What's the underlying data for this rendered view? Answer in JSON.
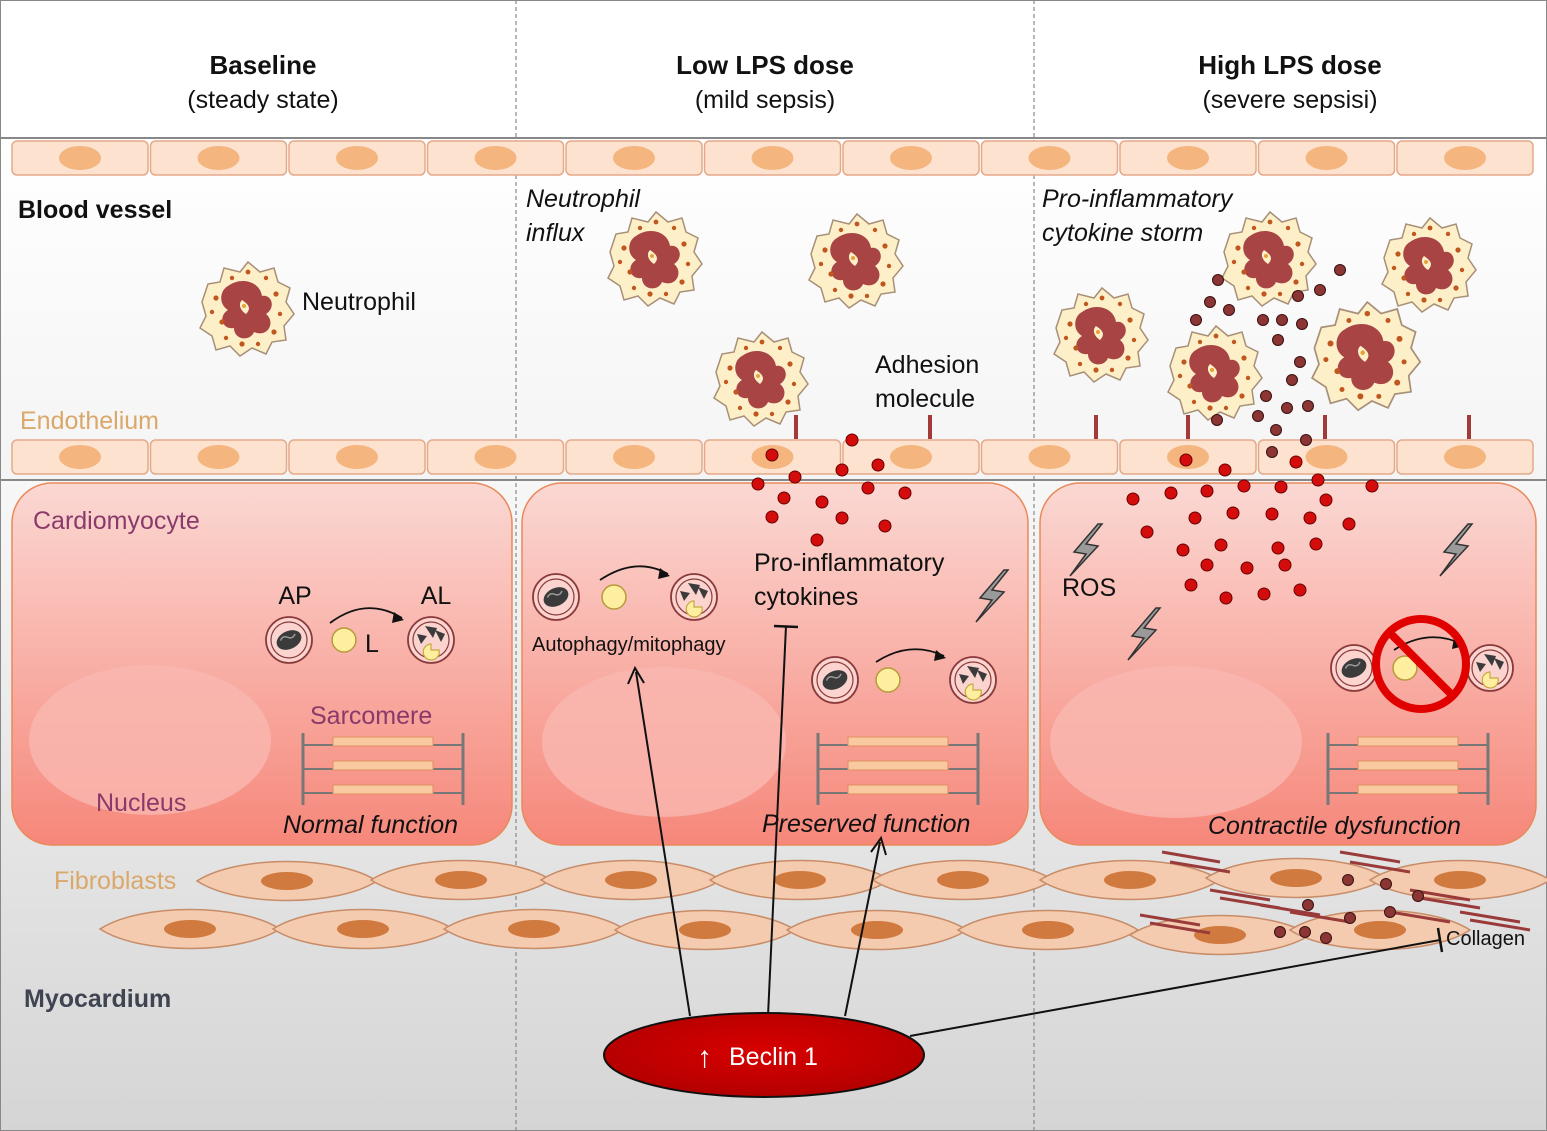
{
  "columns": [
    {
      "title": "Baseline",
      "subtitle": "(steady state)"
    },
    {
      "title": "Low LPS dose",
      "subtitle": "(mild sepsis)"
    },
    {
      "title": "High LPS dose",
      "subtitle": "(severe sepsisi)"
    }
  ],
  "regions": {
    "blood_vessel": "Blood vessel",
    "endothelium": "Endothelium",
    "cardiomyocyte": "Cardiomyocyte",
    "fibroblasts": "Fibroblasts",
    "myocardium": "Myocardium"
  },
  "labels": {
    "neutrophil": "Neutrophil",
    "neutrophil_influx_1": "Neutrophil",
    "neutrophil_influx_2": "influx",
    "adhesion_1": "Adhesion",
    "adhesion_2": "molecule",
    "storm_1": "Pro-inflammatory",
    "storm_2": "cytokine storm",
    "ap": "AP",
    "al": "AL",
    "l": "L",
    "sarcomere": "Sarcomere",
    "nucleus": "Nucleus",
    "normal_function": "Normal function",
    "autophagy": "Autophagy/mitophagy",
    "cytokines_1": "Pro-inflammatory",
    "cytokines_2": "cytokines",
    "preserved_function": "Preserved function",
    "ros": "ROS",
    "contractile_dysfunction": "Contractile dysfunction",
    "collagen": "Collagen",
    "beclin": "Beclin 1",
    "beclin_arrow": "↑"
  },
  "colors": {
    "cell_fill": "#f6b3aa",
    "endothelial": "#fde3cf",
    "endo_nucleus": "#f4b57e",
    "fibroblast": "#f2c6a6",
    "fib_nucleus": "#d07a40",
    "cytokine_red": "#d40c0c",
    "cytokine_dark": "#8b3535",
    "beclin_red": "#cc0000"
  }
}
